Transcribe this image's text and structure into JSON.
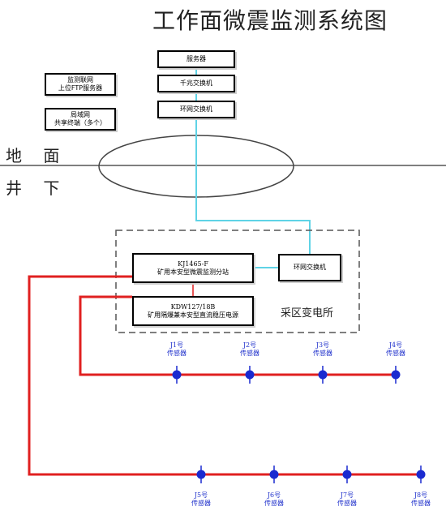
{
  "title": "工作面微震监测系统图",
  "ground_labels": {
    "surface": "地 面",
    "underground": "井 下"
  },
  "top_stack": {
    "server": "服务器",
    "gigabit_switch": "千兆交换机",
    "ring_switch": "环网交换机"
  },
  "left_boxes": {
    "ftp": {
      "line1": "监测联网",
      "line2": "上位FTP服务器"
    },
    "lan": {
      "line1": "局域网",
      "line2": "共享终端（多个）"
    }
  },
  "substation": {
    "label": "采区变电所",
    "station": {
      "line1": "KJ1465-F",
      "line2": "矿用本安型微震监测分站"
    },
    "power": {
      "line1": "KDW127/18B",
      "line2": "矿用隔爆兼本安型直流稳压电源"
    },
    "ring_switch": "环网交换机"
  },
  "sensors": {
    "row1": [
      {
        "id": "J1号",
        "label": "传感器"
      },
      {
        "id": "J2号",
        "label": "传感器"
      },
      {
        "id": "J3号",
        "label": "传感器"
      },
      {
        "id": "J4号",
        "label": "传感器"
      }
    ],
    "row2": [
      {
        "id": "J5号",
        "label": "传感器"
      },
      {
        "id": "J6号",
        "label": "传感器"
      },
      {
        "id": "J7号",
        "label": "传感器"
      },
      {
        "id": "J8号",
        "label": "传感器"
      }
    ]
  },
  "colors": {
    "cable": "#e02020",
    "fiber": "#5fd3e6",
    "node": "#1a2ad0",
    "ground_line": "#555555"
  }
}
